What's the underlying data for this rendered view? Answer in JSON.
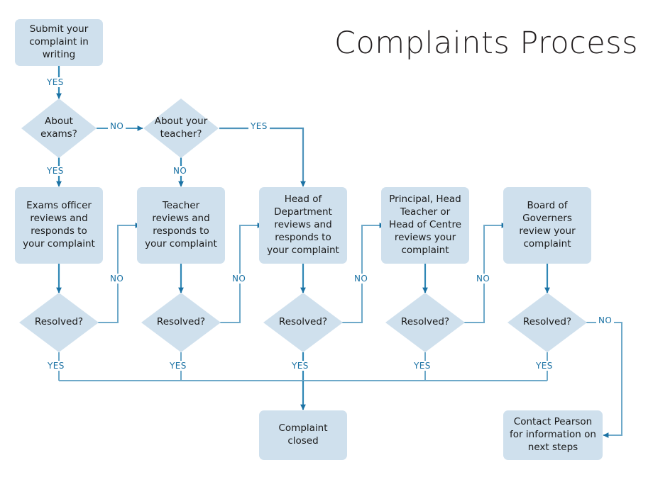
{
  "title": "Complaints Process",
  "colors": {
    "node_fill": "#cfe0ed",
    "arrow_dark": "#1b72a4",
    "arrow_light": "#6ea9c9",
    "text": "#1a1a1a",
    "label_text": "#1b72a4",
    "background": "#ffffff"
  },
  "nodes": {
    "submit": {
      "label": "Submit your complaint in writing",
      "type": "box"
    },
    "about_exams": {
      "label": "About\nexams?",
      "type": "diamond"
    },
    "about_teacher": {
      "label": "About your\nteacher?",
      "type": "diamond"
    },
    "exams_officer": {
      "label": "Exams officer reviews and responds to your complaint",
      "type": "box"
    },
    "teacher": {
      "label": "Teacher reviews and responds to your complaint",
      "type": "box"
    },
    "head_of_dept": {
      "label": "Head of Department reviews and responds to your complaint",
      "type": "box"
    },
    "principal": {
      "label": "Principal, Head Teacher or Head of Centre reviews your complaint",
      "type": "box"
    },
    "governors": {
      "label": "Board of Governers review your complaint",
      "type": "box"
    },
    "resolved_1": {
      "label": "Resolved?",
      "type": "diamond"
    },
    "resolved_2": {
      "label": "Resolved?",
      "type": "diamond"
    },
    "resolved_3": {
      "label": "Resolved?",
      "type": "diamond"
    },
    "resolved_4": {
      "label": "Resolved?",
      "type": "diamond"
    },
    "resolved_5": {
      "label": "Resolved?",
      "type": "diamond"
    },
    "complaint_closed": {
      "label": "Complaint closed",
      "type": "box"
    },
    "contact_pearson": {
      "label": "Contact Pearson for information on next steps",
      "type": "box"
    }
  },
  "edge_labels": {
    "submit_yes": "YES",
    "exams_no": "NO",
    "exams_yes": "YES",
    "teacher_yes": "YES",
    "teacher_no": "NO",
    "resolved_1_no": "NO",
    "resolved_1_yes": "YES",
    "resolved_2_no": "NO",
    "resolved_2_yes": "YES",
    "resolved_3_no": "NO",
    "resolved_3_yes": "YES",
    "resolved_4_no": "NO",
    "resolved_4_yes": "YES",
    "resolved_5_no": "NO",
    "resolved_5_yes": "YES"
  }
}
